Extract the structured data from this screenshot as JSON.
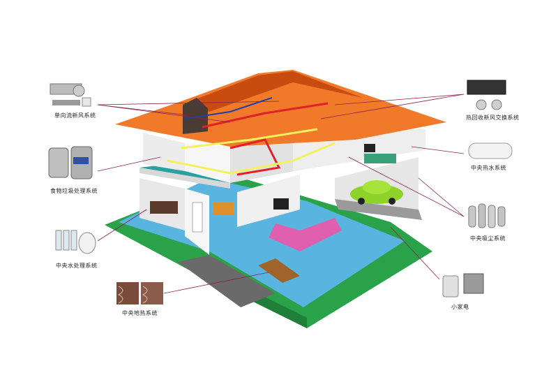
{
  "labels": {
    "one_way_fresh_air": "单向流新风系统",
    "food_waste": "食物垃圾处理系统",
    "central_water_treatment": "中央水处理系统",
    "floor_heating": "中央地热系统",
    "heat_recovery": "热回收新风交换系统",
    "central_hot_water": "中央热水系统",
    "central_vacuum": "中央吸尘系统",
    "small_appliances": "小家电"
  },
  "colors": {
    "roof": "#f07a2a",
    "roof_dark": "#c84c10",
    "lawn": "#2aa24a",
    "floor_blue": "#5ab4e0",
    "floor_teal": "#2aa0a0",
    "wall": "#f2f2f2",
    "duct_red": "#e0202a",
    "duct_yellow": "#f4f060",
    "leader_line": "#8a2050",
    "car": "#8ed22a",
    "sofa": "#e060b0"
  },
  "icons": {
    "one_way_fresh_air": "ventilation-unit-icon",
    "food_waste": "waste-disposer-icon",
    "central_water_treatment": "water-filter-icon",
    "floor_heating": "floor-heating-pipes-icon",
    "heat_recovery": "heat-exchanger-icon",
    "central_hot_water": "water-heater-icon",
    "central_vacuum": "vacuum-units-icon",
    "small_appliances": "small-appliances-icon"
  }
}
